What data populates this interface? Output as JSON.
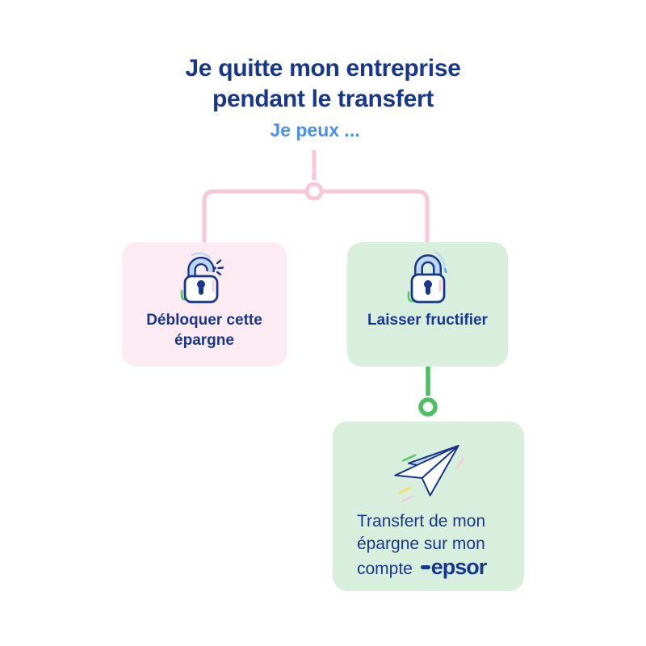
{
  "header": {
    "title_line1": "Je quitte mon entreprise",
    "title_line2": "pendant le transfert",
    "subtitle": "Je peux ..."
  },
  "options": {
    "unlock": {
      "label_line1": "Débloquer cette",
      "label_line2": "épargne",
      "icon": "open-padlock-icon"
    },
    "keep": {
      "label": "Laisser fructifier",
      "icon": "closed-padlock-icon"
    }
  },
  "outcome": {
    "line1": "Transfert de mon",
    "line2": "épargne sur mon",
    "line3_prefix": "compte",
    "brand": "epsor",
    "icon": "paper-plane-icon"
  },
  "theme": {
    "navy": "#17378f",
    "blue": "#4a90f2",
    "pink_line": "#f9c6da",
    "pink_bg": "#fcebf2",
    "green_line": "#4cc061",
    "green_bg": "#d9efdd",
    "light_blue": "#bdd8f4",
    "mid_blue": "#5aabe8",
    "yellow": "#f8e14b",
    "pink_soft": "#f8c8da"
  }
}
